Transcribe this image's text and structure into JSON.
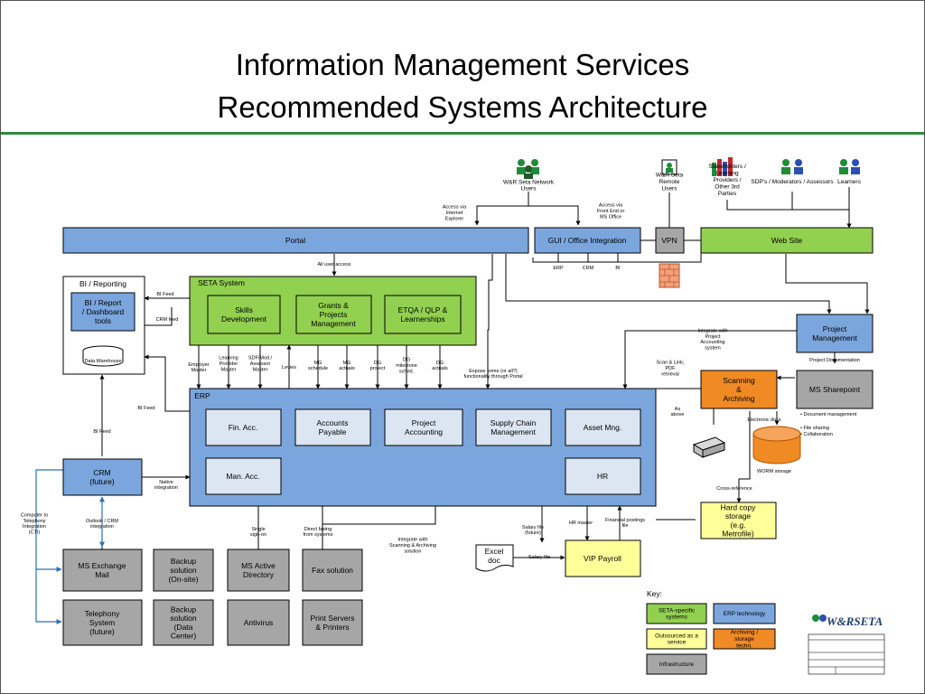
{
  "title": {
    "line1": "Information Management Services",
    "line2": "Recommended Systems Architecture"
  },
  "colors": {
    "seta_specific": "#92d050",
    "erp_technology": "#7ba6dd",
    "outsourced": "#ffff99",
    "archiving": "#f08a24",
    "infrastructure": "#a6a6a6",
    "title_rule": "#2e8b3e"
  },
  "users": {
    "network": "W&R Seta Network Users",
    "remote": "W&R Seta Remote Users",
    "stakeholders": "Stakeholders / Learning Providers / Other 3rd Parties",
    "sdps": "SDP's / Moderators / Assessors",
    "learners": "Learners"
  },
  "edges": {
    "access_ie": "Access via Internet Explorer",
    "access_office": "Access via Front End or MS Office",
    "all_user_access": "All user access",
    "gui_erp": "ERP",
    "gui_crm": "CRM",
    "gui_bi": "BI",
    "bi_feed_1": "BI Feed",
    "crm_feed": "CRM feed",
    "bi_feed_2": "BI Feed",
    "bi_feed_3": "BI Feed",
    "employer_master": "Employer Master",
    "learning_provider_master": "Learning Provider Master",
    "sdf_master": "SDF/Mod./ Assessor Master",
    "levies": "Levies",
    "mg_schedule": "MG schedule",
    "mg_actuals": "MG actuals",
    "dg_project": "DG project",
    "dg_milestone": "DG milestone sched.",
    "dg_actuals": "DG actuals",
    "expose_some": "Expose some (or all?) functionality through Portal",
    "integrate_project": "Integrate with Project Accounting system",
    "scan_link": "Scan & Link; PDF retrieval",
    "project_documentation": "Project Documentation",
    "as_above": "As above",
    "electronic_docs": "Electronic docs",
    "native_integration": "Native integration",
    "computer_telephony": "Computer to Telephony Integration (CTI)",
    "outlook_crm": "Outlook / CRM integration",
    "single_sign_on": "Single sign-on",
    "direct_faxing": "Direct faxing from systems",
    "integrate_scanning": "Integrate with Scanning & Archiving solution",
    "salary_file_future": "Salary file (future)",
    "salary_file": "Salary file",
    "hr_master": "HR master",
    "financial_postings": "Financial postings file",
    "cross_reference": "Cross-reference",
    "worm_storage": "WORM storage"
  },
  "boxes": {
    "portal": "Portal",
    "gui_office": "GUI / Office Integration",
    "vpn": "VPN",
    "website": "Web Site",
    "bi_reporting": "BI / Reporting",
    "bi_dashboard": "BI / Report / Dashboard tools",
    "data_warehouse": "Data Warehouse",
    "seta_system": "SETA System",
    "skills_development": "Skills Development",
    "grants_projects": "Grants & Projects Management",
    "etqa": "ETQA / QLP & Learnerships",
    "project_management": "Project Management",
    "ms_sharepoint": "MS Sharepoint",
    "sharepoint_notes": [
      "Document management",
      "File sharing",
      "Collaboration"
    ],
    "erp": "ERP",
    "fin_acc": "Fin. Acc.",
    "accounts_payable": "Accounts Payable",
    "project_accounting": "Project Accounting",
    "supply_chain": "Supply Chain Management",
    "asset_mng": "Asset Mng.",
    "man_acc": "Man. Acc.",
    "hr": "HR",
    "scanning_archiving": "Scanning & Archiving",
    "crm": "CRM (future)",
    "hard_copy": "Hard copy storage (e.g. Metrofile)",
    "ms_exchange": "MS Exchange Mail",
    "backup_onsite": "Backup solution (On-site)",
    "ms_active_directory": "MS Active Directory",
    "fax_solution": "Fax solution",
    "telephony": "Telephony System (future)",
    "backup_datacenter": "Backup solution (Data Center)",
    "antivirus": "Antivirus",
    "print_servers": "Print Servers & Printers",
    "excel_doc": "Excel doc",
    "vip_payroll": "VIP Payroll"
  },
  "key": {
    "title": "Key:",
    "seta_specific": "SETA-specific systems",
    "erp_technology": "ERP technology",
    "outsourced": "Outsourced as a service",
    "archiving": "Archiving / storage techn.",
    "infrastructure": "Infrastructure"
  },
  "logo": {
    "text": "W&RSETA"
  }
}
